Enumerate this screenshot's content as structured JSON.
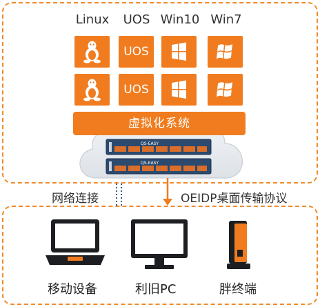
{
  "os_labels": [
    "Linux",
    "UOS",
    "Win10",
    "Win7"
  ],
  "tile_text_uos": "UOS",
  "virtualization": "虚拟化系统",
  "server_brand": "QS-EASY",
  "links": {
    "left": "网络连接",
    "right": "OEIDP桌面传输协议"
  },
  "devices": [
    "移动设备",
    "利旧PC",
    "胖终端"
  ],
  "colors": {
    "accent": "#f07c1f",
    "dash": "#f08a2a",
    "link_dots": "#3b5a8a"
  }
}
